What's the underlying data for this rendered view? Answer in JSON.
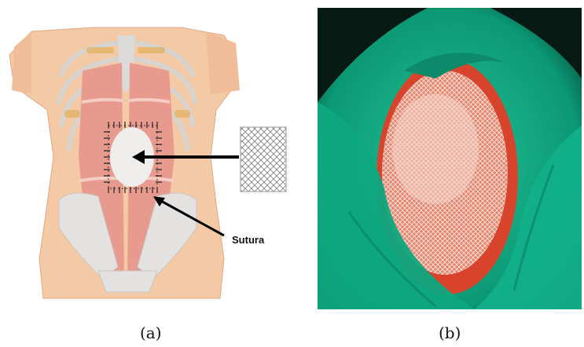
{
  "panel_a": {
    "sutura_label": "Sutura",
    "caption": "(a)",
    "colors": {
      "skin": "#f0c4a2",
      "muscle": "#e8958a",
      "bone": "#e6e4e2",
      "mesh": "#888888"
    }
  },
  "panel_b": {
    "caption": "(b)",
    "colors": {
      "drape": "#0fa07e",
      "tissue": "#e35a3e",
      "mesh": "#f1d2c8"
    }
  }
}
